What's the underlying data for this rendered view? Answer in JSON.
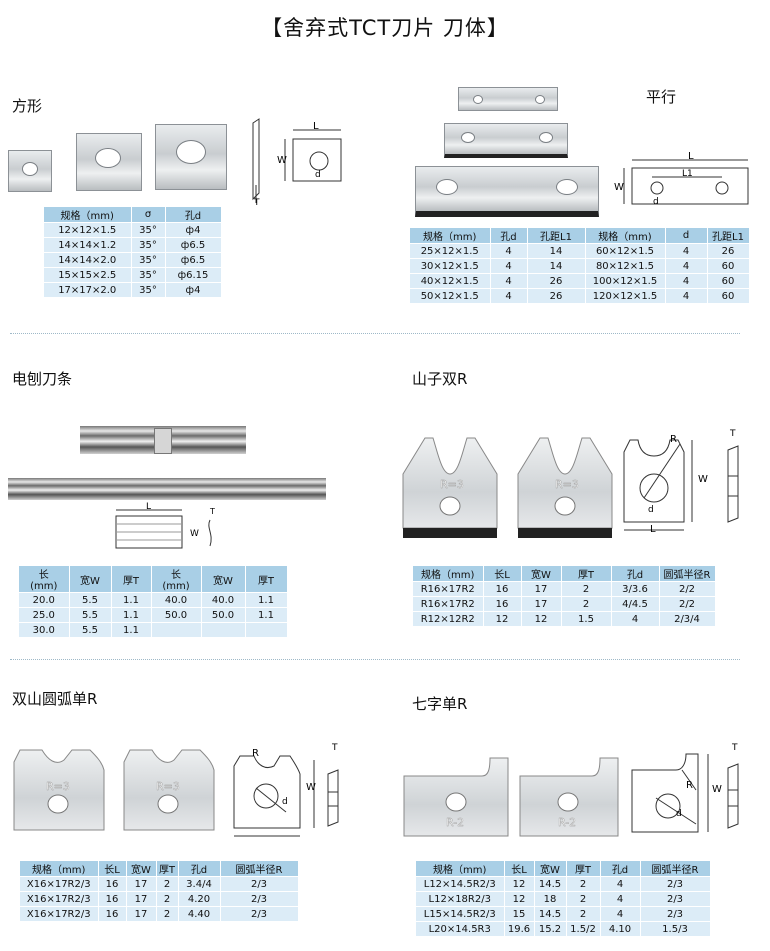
{
  "title": "【舍弃式TCT刀片  刀体】",
  "square": {
    "heading": "方形",
    "headers": [
      "规格（mm)",
      "σ",
      "孔d"
    ],
    "rows": [
      [
        "12×12×1.5",
        "35°",
        "ф4"
      ],
      [
        "14×14×1.2",
        "35°",
        "ф6.5"
      ],
      [
        "14×14×2.0",
        "35°",
        "ф6.5"
      ],
      [
        "15×15×2.5",
        "35°",
        "ф6.15"
      ],
      [
        "17×17×2.0",
        "35°",
        "ф4"
      ]
    ],
    "diagram_labels": {
      "L": "L",
      "W": "W",
      "d": "d",
      "T": "T"
    }
  },
  "parallel": {
    "heading": "平行",
    "headers": [
      "规格（mm)",
      "孔d",
      "孔距L1",
      "规格（mm)",
      "d",
      "孔距L1"
    ],
    "rows": [
      [
        "25×12×1.5",
        "4",
        "14",
        "60×12×1.5",
        "4",
        "26"
      ],
      [
        "30×12×1.5",
        "4",
        "14",
        "80×12×1.5",
        "4",
        "60"
      ],
      [
        "40×12×1.5",
        "4",
        "26",
        "100×12×1.5",
        "4",
        "60"
      ],
      [
        "50×12×1.5",
        "4",
        "26",
        "120×12×1.5",
        "4",
        "60"
      ]
    ],
    "diagram_labels": {
      "L": "L",
      "L1": "L1",
      "W": "W",
      "d": "d"
    }
  },
  "planer": {
    "heading": "电刨刀条",
    "headers": [
      "长\n(mm)",
      "宽W",
      "厚T",
      "长\n(mm)",
      "宽W",
      "厚T"
    ],
    "rows": [
      [
        "20.0",
        "5.5",
        "1.1",
        "40.0",
        "40.0",
        "1.1"
      ],
      [
        "25.0",
        "5.5",
        "1.1",
        "50.0",
        "50.0",
        "1.1"
      ],
      [
        "30.0",
        "5.5",
        "1.1",
        "",
        "",
        ""
      ]
    ],
    "diagram_labels": {
      "L": "L",
      "W": "W",
      "T": "T"
    }
  },
  "double_r": {
    "heading": "山子双R",
    "headers": [
      "规格（mm)",
      "长L",
      "宽W",
      "厚T",
      "孔d",
      "圆弧半径R"
    ],
    "rows": [
      [
        "R16×17R2",
        "16",
        "17",
        "2",
        "3/3.6",
        "2/2"
      ],
      [
        "R16×17R2",
        "16",
        "17",
        "2",
        "4/4.5",
        "2/2"
      ],
      [
        "R12×12R2",
        "12",
        "12",
        "1.5",
        "4",
        "2/3/4"
      ]
    ],
    "blade_mark": "R=3",
    "diagram_labels": {
      "R": "R",
      "W": "W",
      "L": "L",
      "T": "T",
      "d": "d"
    }
  },
  "arc_single_r": {
    "heading": "双山圆弧单R",
    "headers": [
      "规格（mm)",
      "长L",
      "宽W",
      "厚T",
      "孔d",
      "圆弧半径R"
    ],
    "rows": [
      [
        "X16×17R2/3",
        "16",
        "17",
        "2",
        "3.4/4",
        "2/3"
      ],
      [
        "X16×17R2/3",
        "16",
        "17",
        "2",
        "4.20",
        "2/3"
      ],
      [
        "X16×17R2/3",
        "16",
        "17",
        "2",
        "4.40",
        "2/3"
      ]
    ],
    "blade_mark": "R=3",
    "diagram_labels": {
      "R": "R",
      "W": "W",
      "T": "T",
      "d": "d"
    }
  },
  "seven_single_r": {
    "heading": "七字单R",
    "headers": [
      "规格（mm)",
      "长L",
      "宽W",
      "厚T",
      "孔d",
      "圆弧半径R"
    ],
    "rows": [
      [
        "L12×14.5R2/3",
        "12",
        "14.5",
        "2",
        "4",
        "2/3"
      ],
      [
        "L12×18R2/3",
        "12",
        "18",
        "2",
        "4",
        "2/3"
      ],
      [
        "L15×14.5R2/3",
        "15",
        "14.5",
        "2",
        "4",
        "2/3"
      ],
      [
        "L20×14.5R3",
        "19.6",
        "15.2",
        "1.5/2",
        "4.10",
        "1.5/3"
      ]
    ],
    "blade_mark": "R-2",
    "diagram_labels": {
      "R": "R",
      "W": "W",
      "T": "T",
      "d": "d"
    }
  }
}
